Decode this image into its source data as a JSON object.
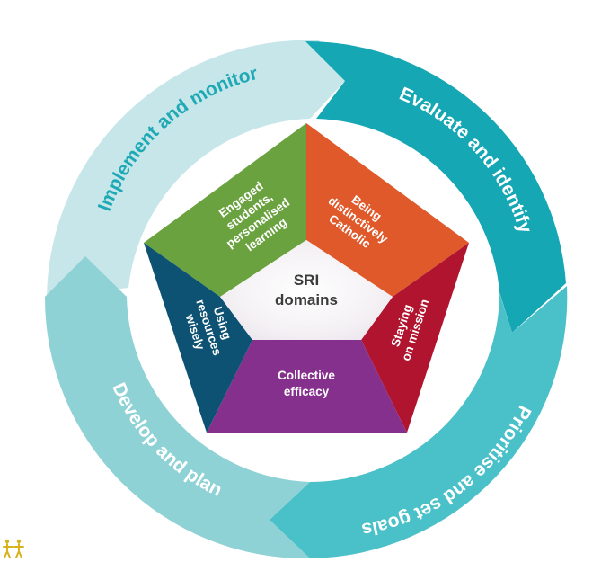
{
  "cycle": {
    "stages": [
      {
        "id": "implement",
        "label": "Implement and monitor",
        "color": "#c6e6ea"
      },
      {
        "id": "evaluate",
        "label": "Evaluate and identify",
        "color": "#16a7b4"
      },
      {
        "id": "prioritise",
        "label": "Prioritise and set goals",
        "color": "#4ac1c8"
      },
      {
        "id": "develop",
        "label": "Develop and plan",
        "color": "#8fd2d6"
      }
    ]
  },
  "domains": {
    "center": {
      "line1": "SRI",
      "line2": "domains"
    },
    "segments": [
      {
        "id": "engaged",
        "lines": [
          "Engaged",
          "students,",
          "personalised",
          "learning"
        ],
        "color": "#6aa23f"
      },
      {
        "id": "catholic",
        "lines": [
          "Being",
          "distinctively",
          "Catholic"
        ],
        "color": "#e0592a"
      },
      {
        "id": "mission",
        "lines": [
          "Staying",
          "on mission"
        ],
        "color": "#b0142f"
      },
      {
        "id": "efficacy",
        "lines": [
          "Collective",
          "efficacy"
        ],
        "color": "#86308d"
      },
      {
        "id": "resources",
        "lines": [
          "Using",
          "resources",
          "wisely"
        ],
        "color": "#0d5173"
      }
    ]
  },
  "logo": {
    "icon": "figures-icon",
    "color": "#d8b21a"
  }
}
